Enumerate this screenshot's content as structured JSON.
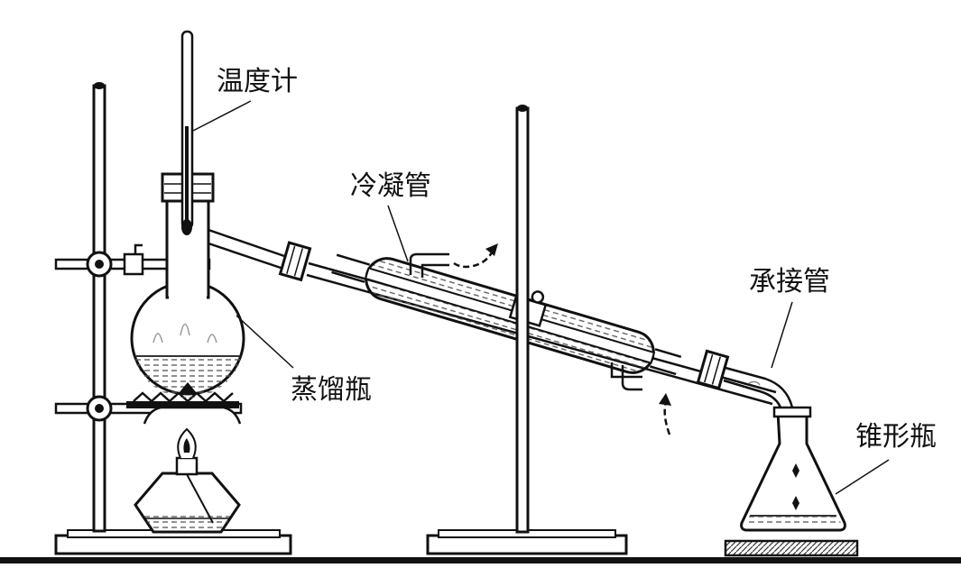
{
  "labels": {
    "thermometer": "温度计",
    "condenser": "冷凝管",
    "adapter": "承接管",
    "flask": "蒸馏瓶",
    "receiver": "锥形瓶"
  },
  "colors": {
    "ink": "#111111",
    "liquid": "#777777",
    "background": "#ffffff"
  }
}
